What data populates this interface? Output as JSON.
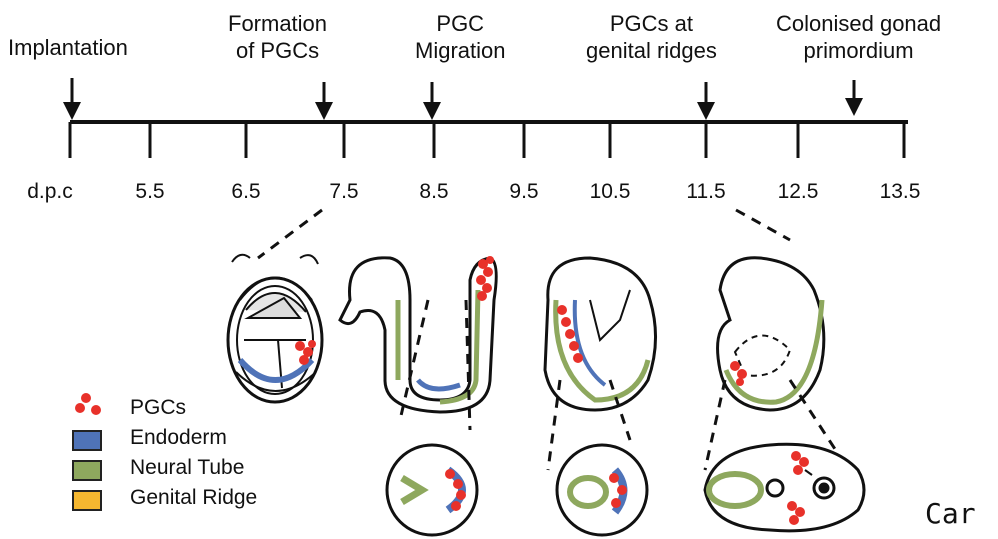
{
  "timeline": {
    "events": [
      {
        "label": "Implantation"
      },
      {
        "label": "Formation\nof PGCs"
      },
      {
        "label": "PGC\nMigration"
      },
      {
        "label": "PGCs at\ngenital ridges"
      },
      {
        "label": "Colonised gonad\nprimordium"
      }
    ],
    "ticks": [
      "d.p.c",
      "5.5",
      "6.5",
      "7.5",
      "8.5",
      "9.5",
      "10.5",
      "11.5",
      "12.5",
      "13.5"
    ]
  },
  "legend": [
    {
      "label": "PGCs",
      "color": "#e8312a"
    },
    {
      "label": "Endoderm",
      "color": "#4f73b8"
    },
    {
      "label": "Neural Tube",
      "color": "#8ea85e"
    },
    {
      "label": "Genital Ridge",
      "color": "#f5b730"
    }
  ],
  "colors": {
    "pgc": "#e8312a",
    "endoderm": "#4f73b8",
    "neural_tube": "#8ea85e",
    "genital_ridge": "#f5b730",
    "line": "#111111"
  },
  "watermark": "Car"
}
